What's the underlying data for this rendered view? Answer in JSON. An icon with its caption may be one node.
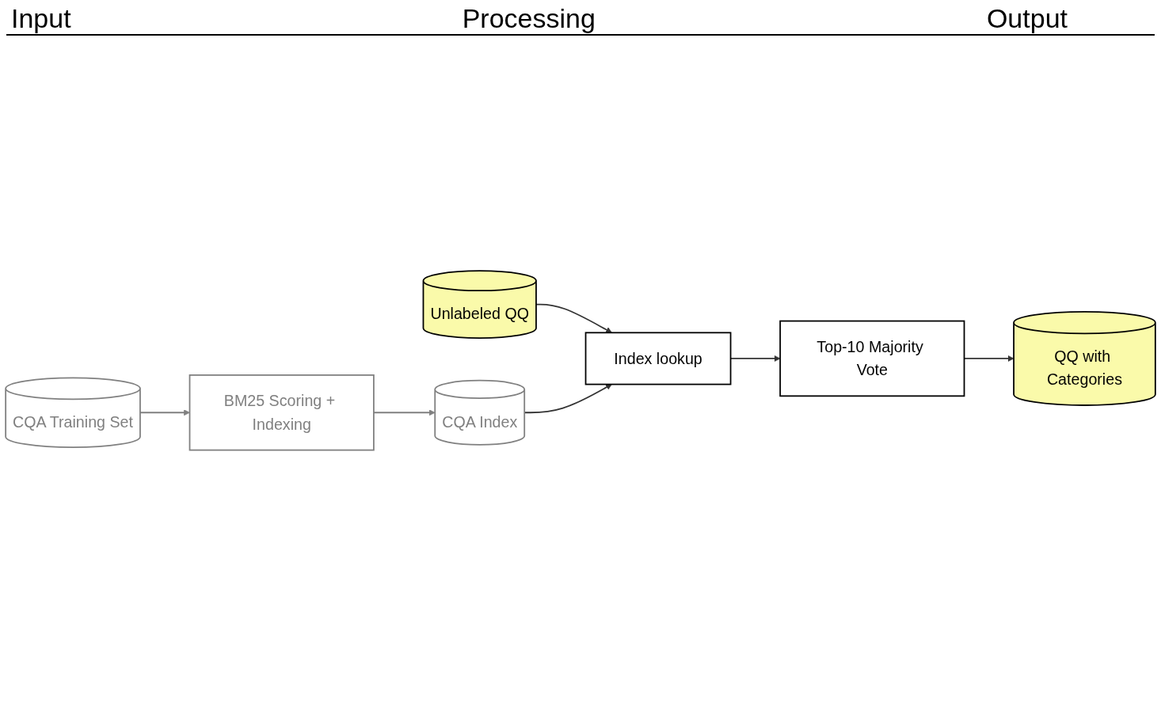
{
  "diagram": {
    "nodes": [
      {
        "text": [
          "CQA Training Set"
        ]
      },
      {
        "text": [
          "BM25 Scoring + Indexing"
        ]
      },
      {
        "text": [
          "CQA Index"
        ]
      },
      {
        "text": [
          "Unlabeled QQ"
        ]
      },
      {
        "text": [
          "Index lookup"
        ]
      },
      {
        "text": [
          "Top-10 Majority Vote"
        ]
      },
      {
        "text": [
          "QQ with Categories"
        ]
      }
    ],
    "edges": [
      {
        "from": 0,
        "to": 1,
        "arrow": "to",
        "color": "#808080"
      },
      {
        "from": 1,
        "to": 2,
        "arrow": "to",
        "color": "#808080"
      },
      {
        "from": 3,
        "to": 4,
        "arrow": "to"
      },
      {
        "from": 2,
        "to": 4,
        "arrow": "to"
      },
      {
        "from": 4,
        "to": 5,
        "arrow": "to"
      },
      {
        "from": 5,
        "to": 6,
        "arrow": "to"
      }
    ],
    "labels": [
      "Input",
      "Processing",
      "Output"
    ]
  }
}
